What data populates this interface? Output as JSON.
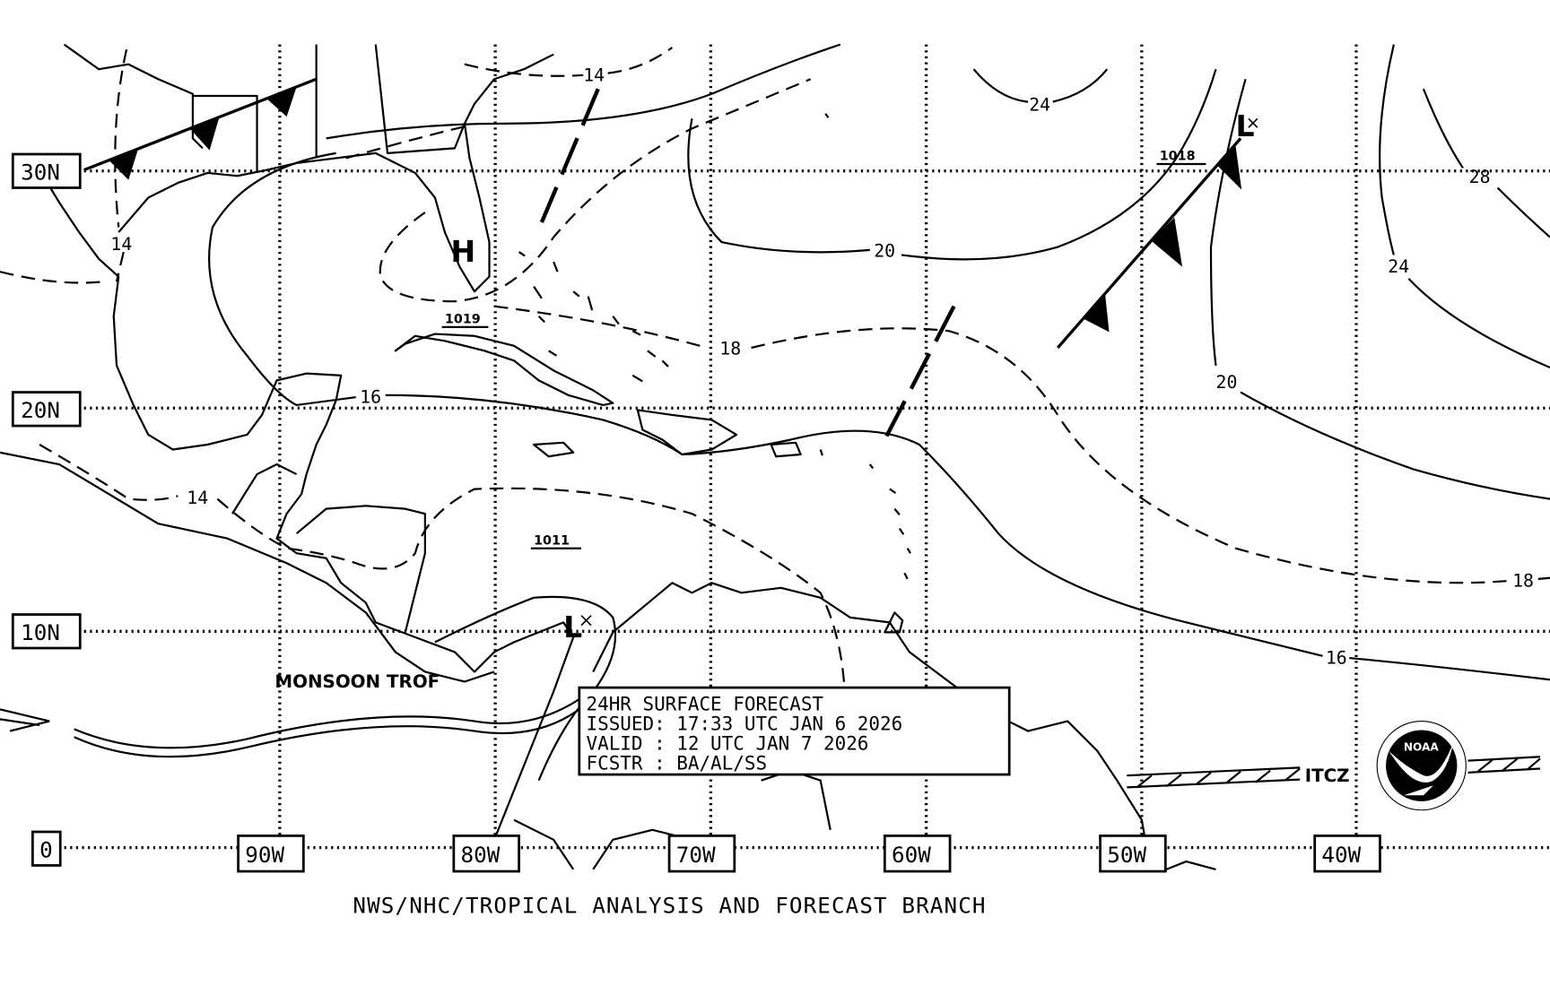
{
  "map": {
    "lat_labels": [
      "30N",
      "20N",
      "10N",
      "0"
    ],
    "lon_labels": [
      "90W",
      "80W",
      "70W",
      "60W",
      "50W",
      "40W"
    ],
    "isobar_labels": [
      "14",
      "24",
      "20",
      "28",
      "24",
      "20",
      "18",
      "18",
      "16",
      "16",
      "14",
      "14"
    ],
    "pressure_centers": [
      {
        "type": "H",
        "value": "1019"
      },
      {
        "type": "L",
        "value": "1018"
      },
      {
        "type": "L",
        "value": ""
      }
    ],
    "low_1011": "1011",
    "monsoon_label": "MONSOON TROF",
    "itcz_label": "ITCZ",
    "info_box": {
      "line1": "24HR SURFACE FORECAST",
      "line2": "ISSUED: 17:33 UTC JAN 6 2026",
      "line3": "VALID : 12 UTC JAN 7 2026",
      "line4": "FCSTR : BA/AL/SS"
    },
    "footer": "NWS/NHC/TROPICAL ANALYSIS AND FORECAST BRANCH",
    "logo_text": "NOAA"
  }
}
